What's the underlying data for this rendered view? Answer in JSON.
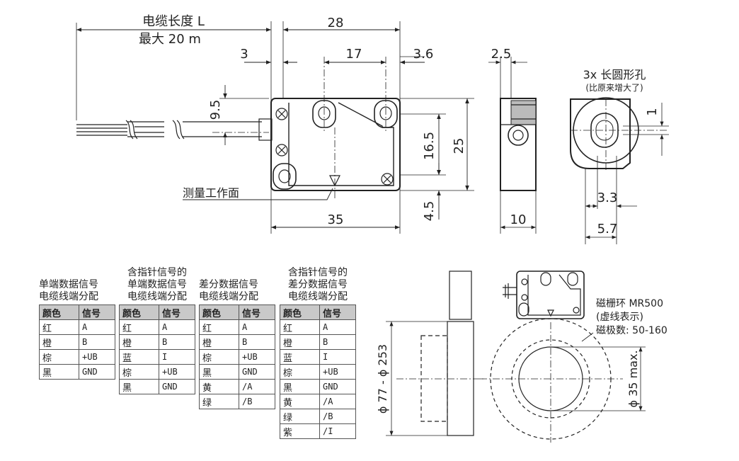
{
  "drawing": {
    "cable_length_label": "电缆长度 L",
    "cable_length_max": "最大 20 m",
    "dim_28": "28",
    "dim_3": "3",
    "dim_17": "17",
    "dim_3_6": "3.6",
    "dim_9_5": "9.5",
    "dim_16_5": "16.5",
    "dim_25": "25",
    "dim_4_5": "4.5",
    "dim_35": "35",
    "measuring_face_label": "测量工作面",
    "dim_2_5": "2.5",
    "dim_10": "10",
    "long_hole_label": "3x 长圆形孔",
    "long_hole_note": "(比原来增大了)",
    "dim_1": "1",
    "dim_3_3": "3.3",
    "dim_5_7": "5.7",
    "ring_name": "磁栅环 MR500",
    "ring_dashed_note": "(虚线表示)",
    "ring_poles": "磁极数: 50-160",
    "dim_diameter_range": "ϕ 77 - ϕ 253",
    "dim_diameter_max": "ϕ 35 max."
  },
  "tables": [
    {
      "caption": [
        "单端数据信号",
        "电缆线端分配"
      ],
      "headers": [
        "颜色",
        "信号"
      ],
      "rows": [
        [
          "红",
          "A"
        ],
        [
          "橙",
          "B"
        ],
        [
          "棕",
          "+UB"
        ],
        [
          "黑",
          "GND"
        ]
      ]
    },
    {
      "caption": [
        "含指针信号的",
        "单端数据信号",
        "电缆线端分配"
      ],
      "headers": [
        "颜色",
        "信号"
      ],
      "rows": [
        [
          "红",
          "A"
        ],
        [
          "橙",
          "B"
        ],
        [
          "蓝",
          "I"
        ],
        [
          "棕",
          "+UB"
        ],
        [
          "黑",
          "GND"
        ]
      ]
    },
    {
      "caption": [
        "差分数据信号",
        "电缆线端分配"
      ],
      "headers": [
        "颜色",
        "信号"
      ],
      "rows": [
        [
          "红",
          "A"
        ],
        [
          "橙",
          "B"
        ],
        [
          "棕",
          "+UB"
        ],
        [
          "黑",
          "GND"
        ],
        [
          "黄",
          "/A"
        ],
        [
          "绿",
          "/B"
        ]
      ]
    },
    {
      "caption": [
        "含指针信号的",
        "差分数据信号",
        "电缆线端分配"
      ],
      "headers": [
        "颜色",
        "信号"
      ],
      "rows": [
        [
          "红",
          "A"
        ],
        [
          "橙",
          "B"
        ],
        [
          "蓝",
          "I"
        ],
        [
          "棕",
          "+UB"
        ],
        [
          "黑",
          "GND"
        ],
        [
          "黄",
          "/A"
        ],
        [
          "绿",
          "/B"
        ],
        [
          "紫",
          "/I"
        ]
      ]
    }
  ]
}
